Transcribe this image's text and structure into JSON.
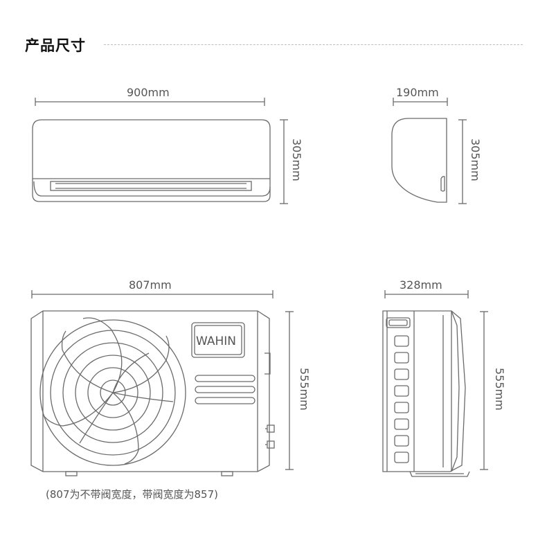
{
  "header": {
    "title": "产品尺寸"
  },
  "indoor_unit": {
    "width_label": "900mm",
    "height_label": "305mm",
    "depth_label": "190mm",
    "side_height_label": "305mm"
  },
  "outdoor_unit": {
    "width_label": "807mm",
    "height_label": "555mm",
    "depth_label": "328mm",
    "side_height_label": "555mm",
    "brand": "WAHIN"
  },
  "note": "(807为不带阀宽度，带阀宽度为857)"
}
